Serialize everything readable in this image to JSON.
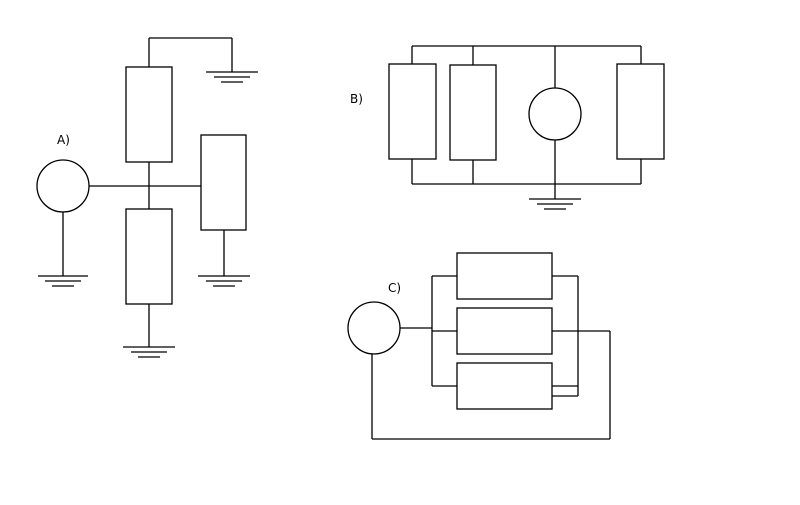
{
  "circuits": {
    "a": {
      "label": "A)"
    },
    "b": {
      "label": "B)"
    },
    "c": {
      "label": "C)"
    }
  },
  "colors": {
    "stroke": "#000000",
    "background": "#ffffff"
  }
}
